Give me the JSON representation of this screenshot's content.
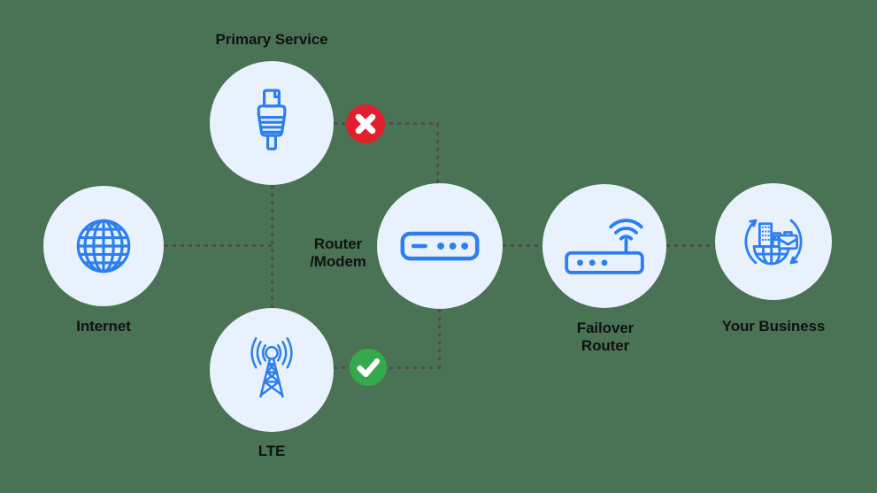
{
  "nodes": {
    "internet": {
      "label": "Internet",
      "icon": "globe-icon"
    },
    "primary_service": {
      "label": "Primary Service",
      "icon": "ethernet-plug-icon"
    },
    "lte": {
      "label": "LTE",
      "icon": "cell-tower-icon"
    },
    "router_modem": {
      "label": "Router /Modem",
      "icon": "modem-icon"
    },
    "failover_router": {
      "label": "Failover Router",
      "icon": "wifi-router-icon"
    },
    "your_business": {
      "label": "Your Business",
      "icon": "business-continuity-icon"
    }
  },
  "badges": {
    "primary_service_status": {
      "icon": "x-mark-icon",
      "color": "#e11f2d"
    },
    "lte_status": {
      "icon": "check-mark-icon",
      "color": "#35aa4c"
    }
  },
  "colors": {
    "background": "#4a7355",
    "node_fill": "#e9f2fc",
    "icon_stroke": "#2d7ff0",
    "connector": "#4d4d4d",
    "label_text": "#111111",
    "error_red": "#e11f2d",
    "success_green": "#35aa4c",
    "badge_glyph": "#ffffff"
  }
}
